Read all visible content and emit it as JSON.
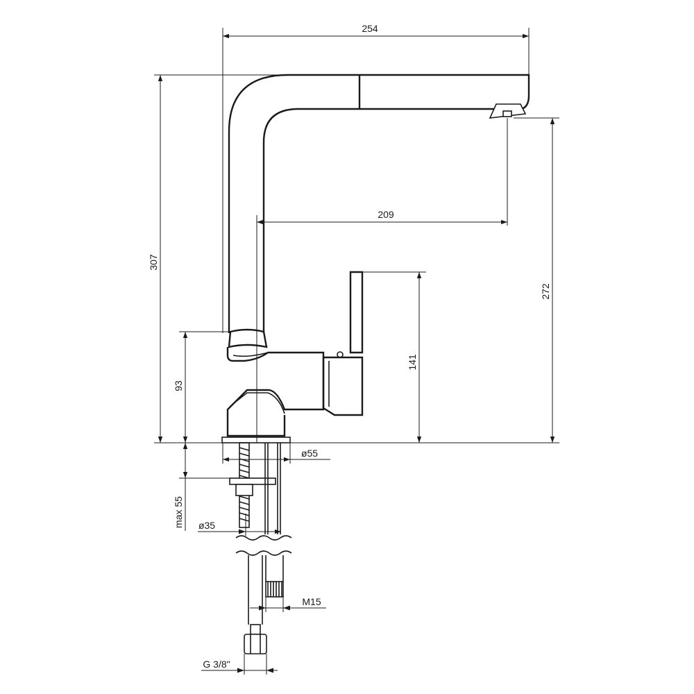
{
  "drawing": {
    "dimensions": {
      "overall_width": "254",
      "spout_reach": "209",
      "overall_height": "307",
      "outlet_height": "272",
      "lever_height": "141",
      "body_height": "93",
      "base_diameter": "ø55",
      "mounting_thickness": "max 55",
      "hole_diameter": "ø35",
      "thread": "M15",
      "connection": "G 3/8\""
    }
  }
}
